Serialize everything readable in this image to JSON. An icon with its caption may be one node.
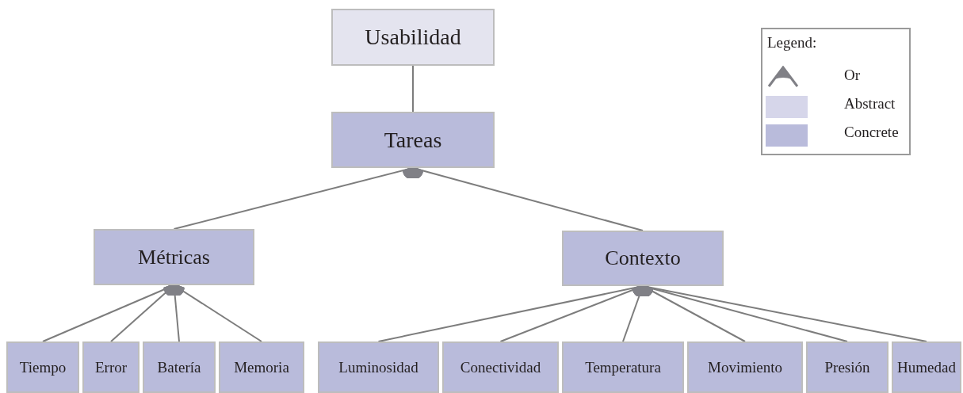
{
  "diagram": {
    "nodes": [
      {
        "text": [
          "Usabilidad"
        ]
      },
      {
        "text": [
          "Tareas"
        ]
      },
      {
        "text": [
          "Métricas"
        ]
      },
      {
        "text": [
          "Contexto"
        ]
      },
      {
        "text": [
          "Tiempo"
        ]
      },
      {
        "text": [
          "Error"
        ]
      },
      {
        "text": [
          "Batería"
        ]
      },
      {
        "text": [
          "Memoria"
        ]
      },
      {
        "text": [
          "Luminosidad"
        ]
      },
      {
        "text": [
          "Conectividad"
        ]
      },
      {
        "text": [
          "Temperatura"
        ]
      },
      {
        "text": [
          "Movimiento"
        ]
      },
      {
        "text": [
          "Presión"
        ]
      },
      {
        "text": [
          "Humedad"
        ]
      }
    ],
    "edges": [
      {
        "from": 0,
        "to": 1,
        "arrow": "none"
      },
      {
        "from": 1,
        "to": 2,
        "arrow": "other"
      },
      {
        "from": 1,
        "to": 3,
        "arrow": "other"
      },
      {
        "from": 2,
        "to": 4,
        "arrow": "other"
      },
      {
        "from": 2,
        "to": 5,
        "arrow": "other"
      },
      {
        "from": 2,
        "to": 6,
        "arrow": "other"
      },
      {
        "from": 2,
        "to": 7,
        "arrow": "other"
      },
      {
        "from": 3,
        "to": 8,
        "arrow": "other"
      },
      {
        "from": 3,
        "to": 9,
        "arrow": "other"
      },
      {
        "from": 3,
        "to": 10,
        "arrow": "other"
      },
      {
        "from": 3,
        "to": 11,
        "arrow": "other"
      },
      {
        "from": 3,
        "to": 12,
        "arrow": "other"
      },
      {
        "from": 3,
        "to": 13,
        "arrow": "other"
      }
    ],
    "labels": [
      "Legend:"
    ],
    "legend": [
      {
        "text": "Or"
      },
      {
        "text": "Abstract",
        "color": "#d6d6ea"
      },
      {
        "text": "Concrete",
        "color": "#b9bbdb"
      }
    ]
  }
}
